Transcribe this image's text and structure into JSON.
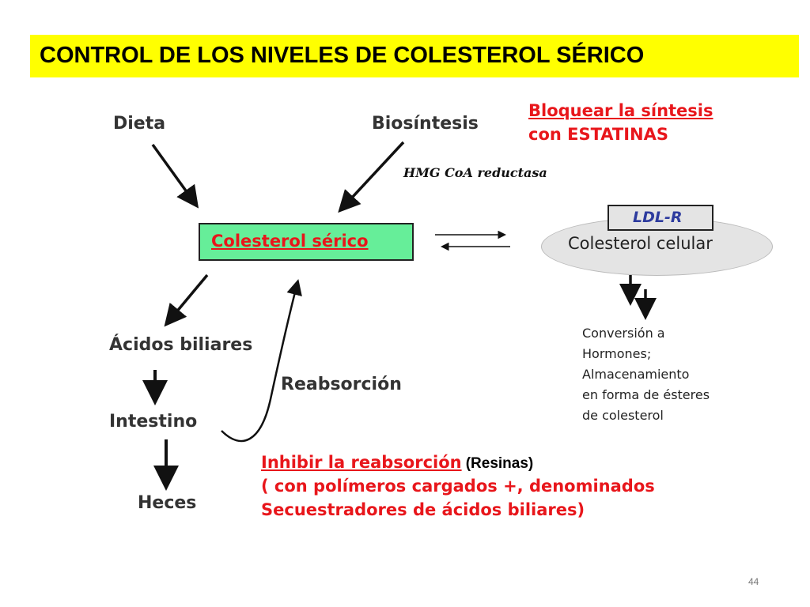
{
  "title": "CONTROL DE LOS NIVELES DE COLESTEROL SÉRICO",
  "diagram": {
    "dieta": "Dieta",
    "biosintesis": "Biosíntesis",
    "block_line1": "Bloquear la síntesis",
    "block_line2": "con ESTATINAS",
    "hmg": "HMG CoA reductasa",
    "serum": "Colesterol sérico",
    "ldlr": "LDL-R",
    "cellular": "Colesterol celular",
    "conversion": [
      "Conversión a",
      "Hormones;",
      "Almacenamiento",
      "en forma de ésteres",
      "de colesterol"
    ],
    "acidos": "Ácidos biliares",
    "intestino": "Intestino",
    "heces": "Heces",
    "reabsorcion": "Reabsorción",
    "inhibit_underlined": "Inhibir la reabsorción",
    "resinas": "(Resinas)",
    "inhibit_line2": "( con polímeros cargados +, denominados",
    "inhibit_line3": "Secuestradores de ácidos biliares)"
  },
  "colors": {
    "title_bg": "#ffff00",
    "serum_box": "#66ee99",
    "highlight_red": "#e8161b",
    "ldlr_text": "#2d3b9e",
    "cell_oval": "#e4e4e4"
  },
  "page_number": "44"
}
